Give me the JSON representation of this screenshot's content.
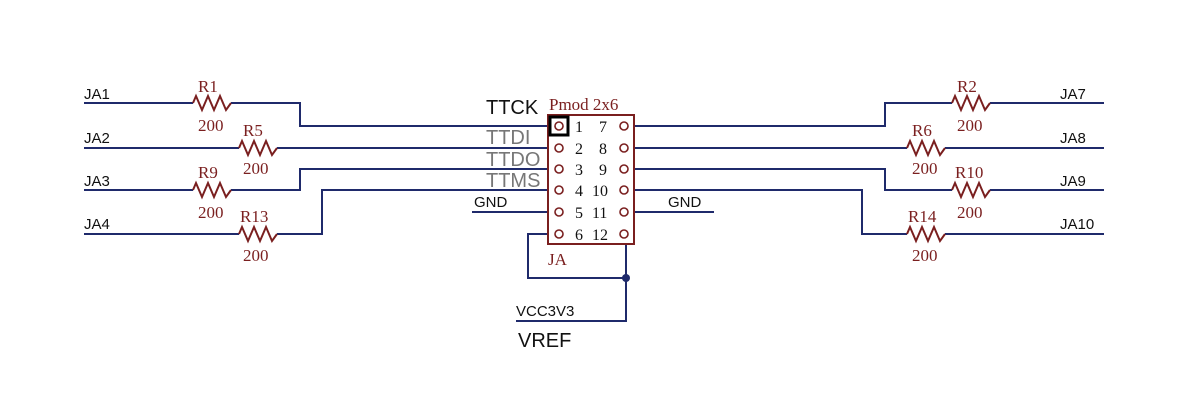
{
  "connector": {
    "title": "Pmod 2x6",
    "ref": "JA",
    "left_pins": [
      "1",
      "2",
      "3",
      "4",
      "5",
      "6"
    ],
    "right_pins": [
      "7",
      "8",
      "9",
      "10",
      "11",
      "12"
    ]
  },
  "signals": {
    "ttck": "TTCK",
    "ttdi": "TTDI",
    "ttdo": "TTDO",
    "ttms": "TTMS"
  },
  "nets": {
    "ja1": "JA1",
    "ja2": "JA2",
    "ja3": "JA3",
    "ja4": "JA4",
    "ja7": "JA7",
    "ja8": "JA8",
    "ja9": "JA9",
    "ja10": "JA10",
    "gnd_left": "GND",
    "gnd_right": "GND",
    "vcc": "VCC3V3",
    "vref": "VREF"
  },
  "resistors": [
    {
      "ref": "R1",
      "value": "200"
    },
    {
      "ref": "R5",
      "value": "200"
    },
    {
      "ref": "R9",
      "value": "200"
    },
    {
      "ref": "R13",
      "value": "200"
    },
    {
      "ref": "R2",
      "value": "200"
    },
    {
      "ref": "R6",
      "value": "200"
    },
    {
      "ref": "R10",
      "value": "200"
    },
    {
      "ref": "R14",
      "value": "200"
    }
  ],
  "colors": {
    "wire": "#1f2a6b",
    "component": "#7a1f1f",
    "text": "#111111"
  }
}
